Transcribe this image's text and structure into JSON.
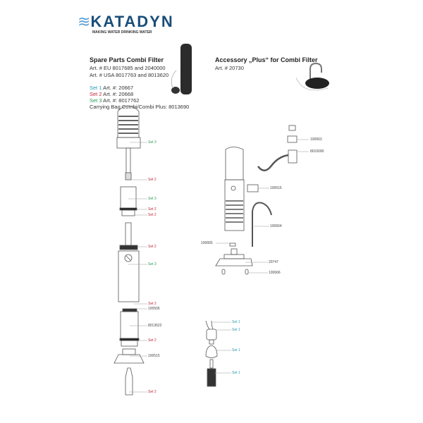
{
  "logo": {
    "brand": "KATADYN",
    "tagline": "MAKING WATER DRINKING WATER"
  },
  "spare_parts": {
    "title": "Spare Parts Combi Filter",
    "art_eu": "Art. # EU 8017685 and 2040000",
    "art_usa": "Art. # USA 8017763 and 8013620",
    "sets": [
      {
        "name": "Set 1",
        "art": " Art. #: 20667"
      },
      {
        "name": "Set 2",
        "art": " Art. #: 20668"
      },
      {
        "name": "Set 3",
        "art": " Art. #: 8017762"
      }
    ],
    "bag": "Carrying Bag Combi/Combi Plus: 8013690"
  },
  "accessory": {
    "title": "Accessory „Plus“ for Combi Filter",
    "art": "Art. # 20730"
  },
  "left_labels": [
    "Set 3",
    "Set 2",
    "Set 3",
    "Set 2",
    "Set 2",
    "Set 2",
    "Set 3",
    "Set 2",
    "100506",
    "8013622",
    "Set 2",
    "100515",
    "Set 2"
  ],
  "right_labels": [
    "100663",
    "8010090",
    "100616",
    "100664",
    "100665",
    "20747",
    "100666"
  ],
  "hose_labels": [
    "Set 1",
    "Set 1",
    "Set 1",
    "Set 1"
  ],
  "colors": {
    "set1": "#2a9bb0",
    "set2": "#c0283a",
    "set3": "#2a9a55",
    "brand": "#1a4e7a"
  }
}
